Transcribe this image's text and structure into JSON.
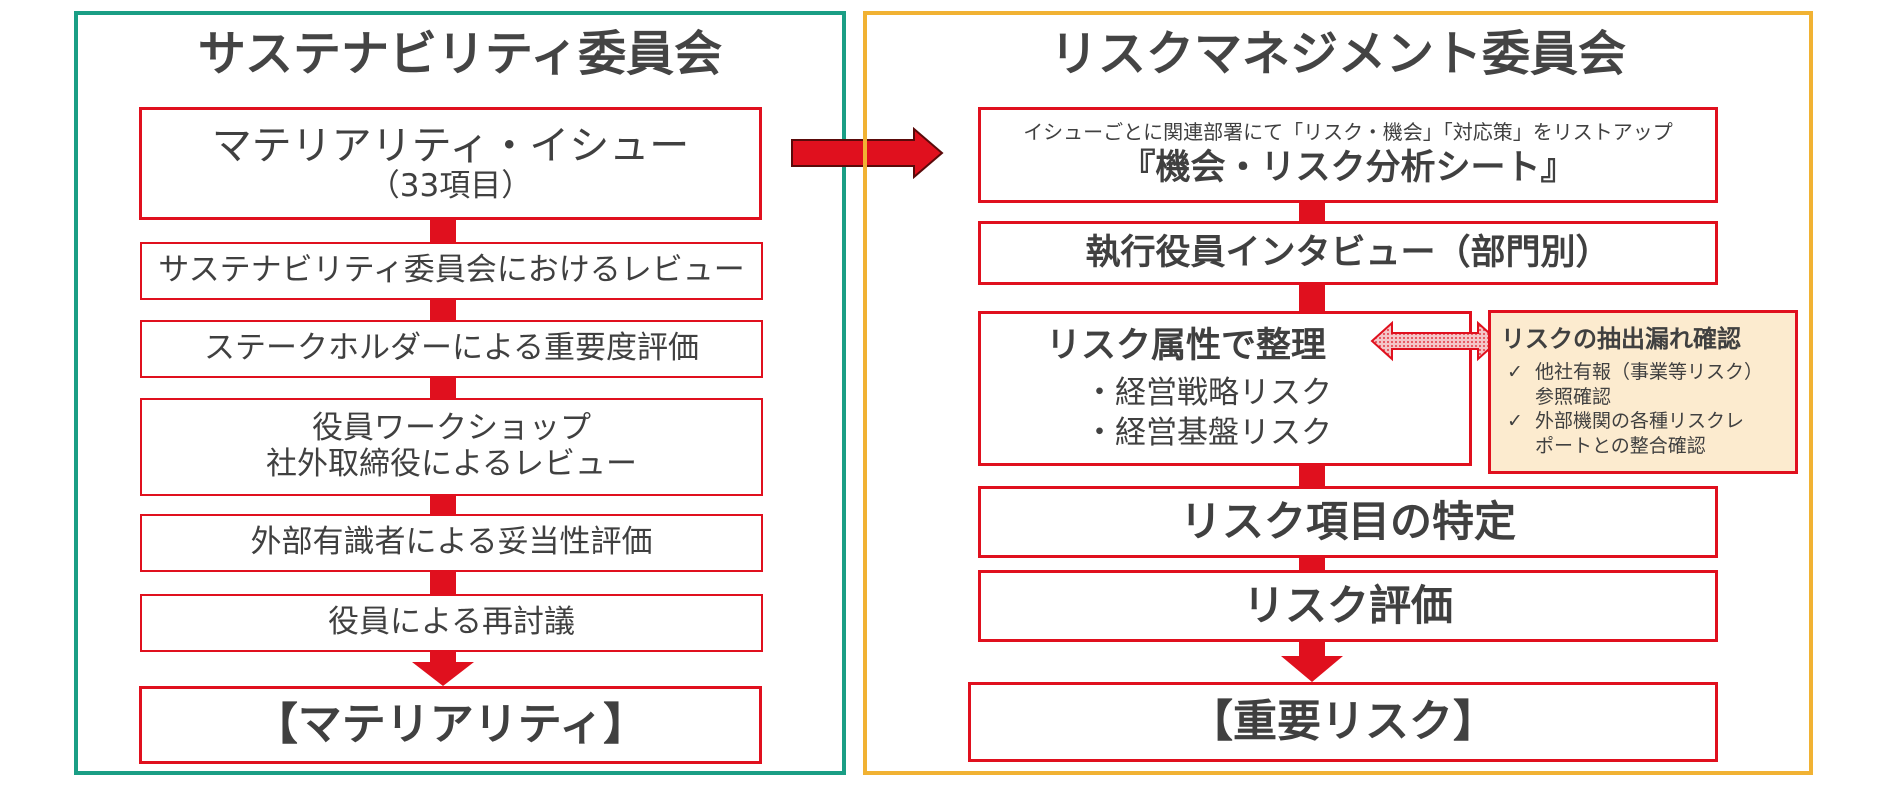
{
  "left_panel": {
    "title": "サステナビリティ委員会",
    "top_box": {
      "line1": "マテリアリティ・イシュー",
      "line2": "（33項目）"
    },
    "steps": [
      "サステナビリティ委員会におけるレビュー",
      "ステークホルダーによる重要度評価",
      {
        "line1": "役員ワークショップ",
        "line2": "社外取締役によるレビュー"
      },
      "外部有識者による妥当性評価",
      "役員による再討議"
    ],
    "result": "【マテリアリティ】"
  },
  "right_panel": {
    "title": "リスクマネジメント委員会",
    "top_box": {
      "line1": "イシューごとに関連部署にて「リスク・機会」「対応策」をリストアップ",
      "line2": "『機会・リスク分析シート』"
    },
    "steps": [
      "執行役員インタビュー（部門別）",
      {
        "heading": "リスク属性で整理",
        "items": [
          "・経営戦略リスク",
          "・経営基盤リスク"
        ]
      },
      "リスク項目の特定",
      "リスク評価"
    ],
    "result": "【重要リスク】"
  },
  "check_note": {
    "title": "リスクの抽出漏れ確認",
    "items": [
      {
        "mark": "✓",
        "line1": "他社有報（事業等リスク）",
        "line2": "参照確認"
      },
      {
        "mark": "✓",
        "line1": "外部機関の各種リスクレ",
        "line2": "ポートとの整合確認"
      }
    ]
  },
  "colors": {
    "left_border": "#1a9e85",
    "right_border": "#f1b233",
    "accent_red": "#e0101e",
    "note_fill": "#fcebcf"
  }
}
